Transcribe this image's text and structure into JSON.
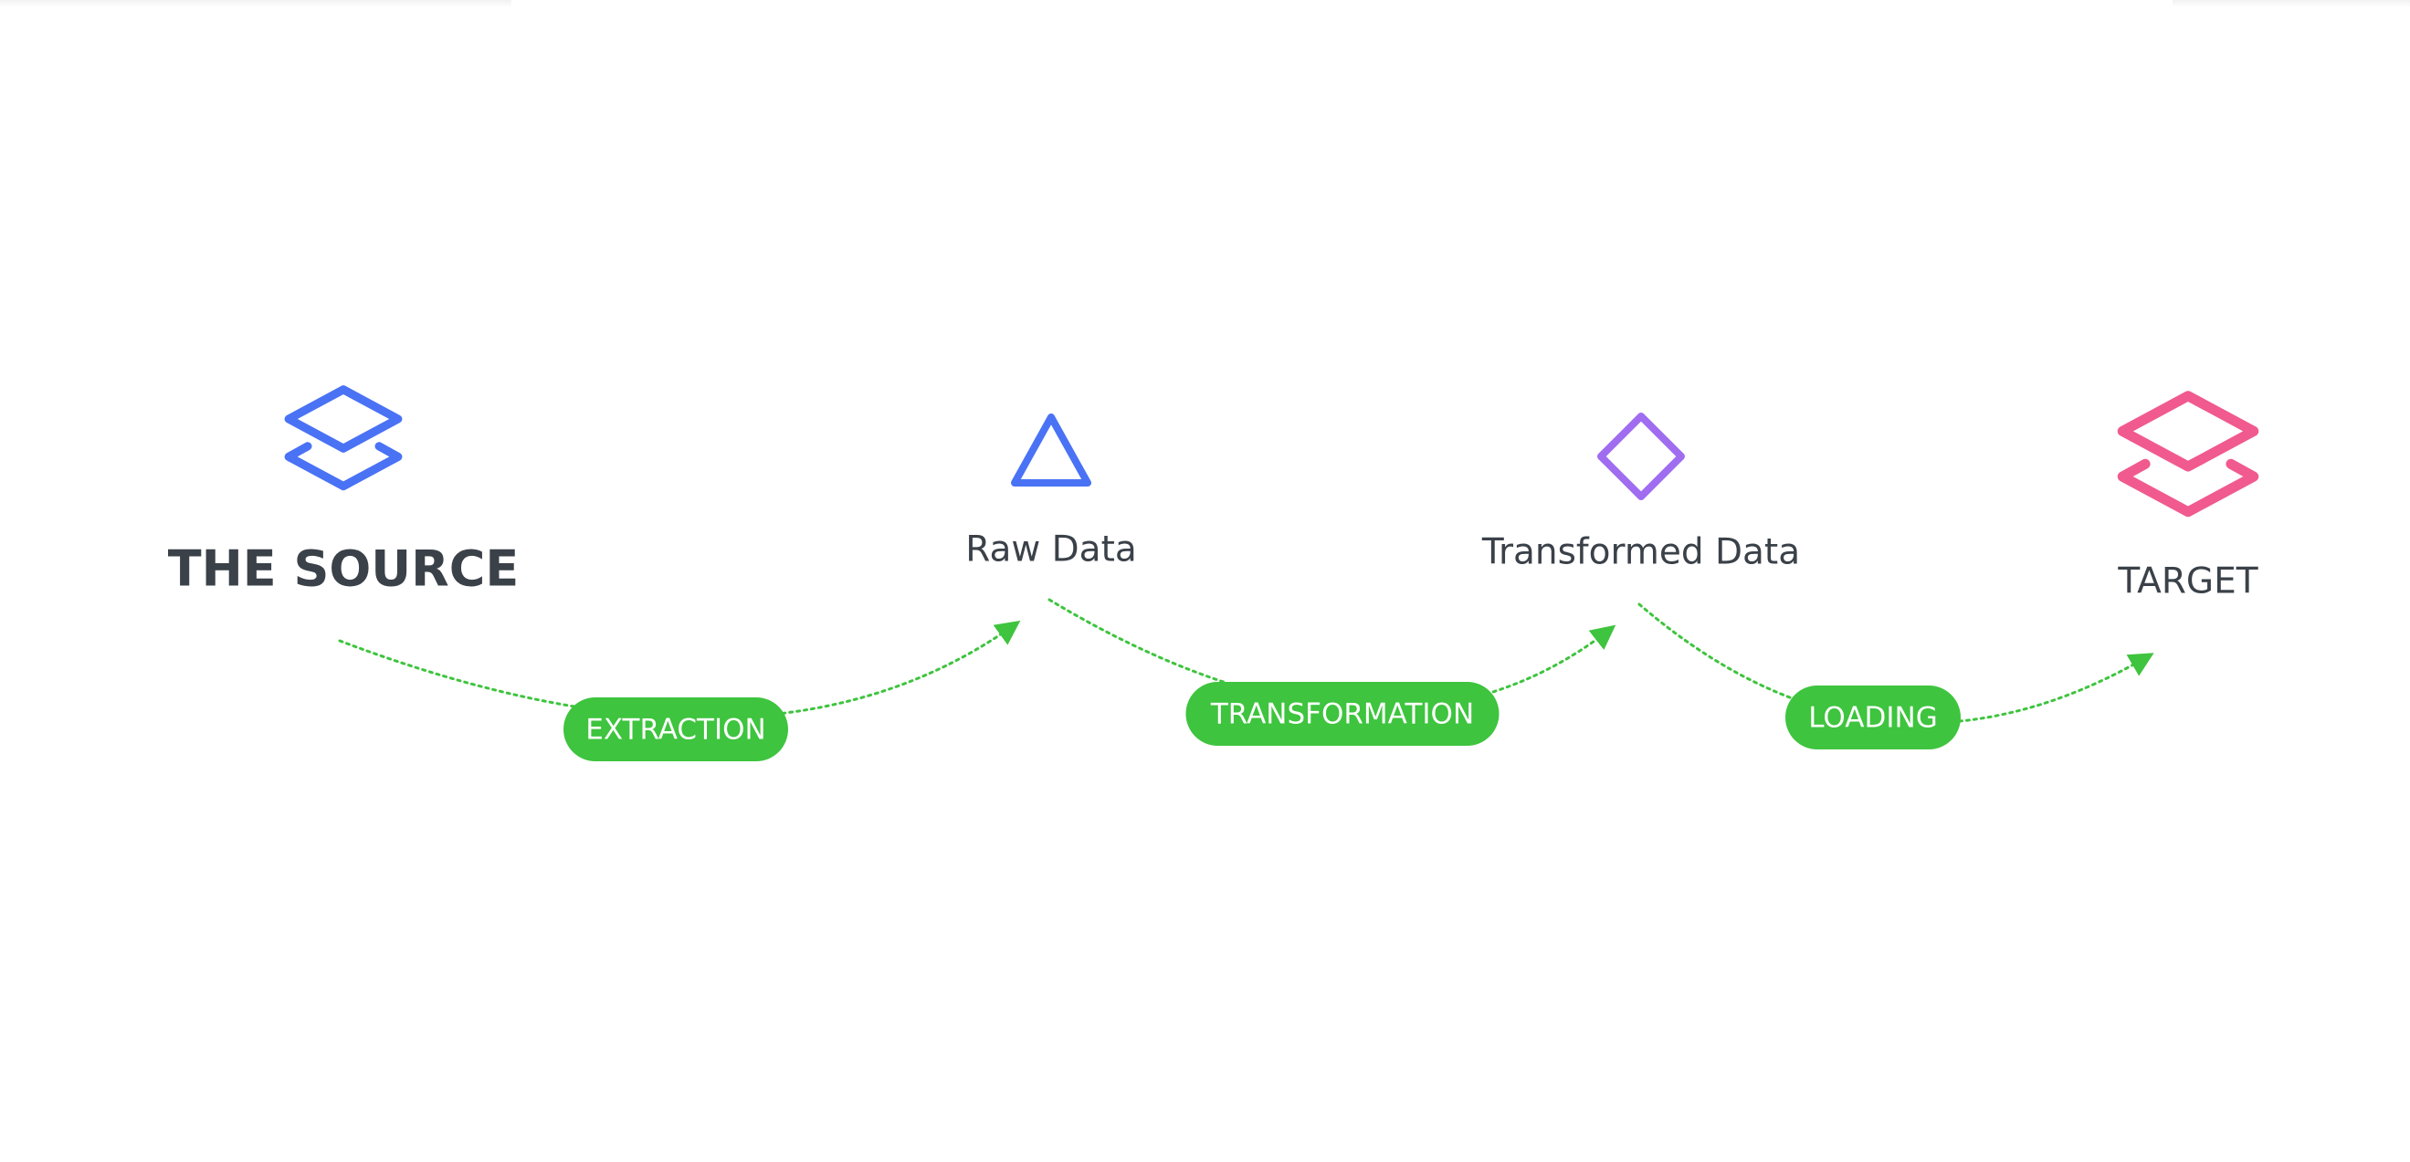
{
  "nodes": [
    {
      "id": "source",
      "label": "THE SOURCE",
      "icon": "layers-icon",
      "color": "#4a72f5"
    },
    {
      "id": "raw",
      "label": "Raw Data",
      "icon": "triangle-icon",
      "color": "#4a72f5"
    },
    {
      "id": "transformed",
      "label": "Transformed Data",
      "icon": "diamond-icon",
      "color": "#a06df0"
    },
    {
      "id": "target",
      "label": "TARGET",
      "icon": "layers-icon",
      "color": "#f05a8f"
    }
  ],
  "edges": [
    {
      "from": "source",
      "to": "raw",
      "label": "EXTRACTION"
    },
    {
      "from": "raw",
      "to": "transformed",
      "label": "TRANSFORMATION"
    },
    {
      "from": "transformed",
      "to": "target",
      "label": "LOADING"
    }
  ],
  "colors": {
    "text": "#3b4149",
    "edge": "#3ec43e",
    "pill": "#3ec43e",
    "pill_text": "#ffffff"
  }
}
